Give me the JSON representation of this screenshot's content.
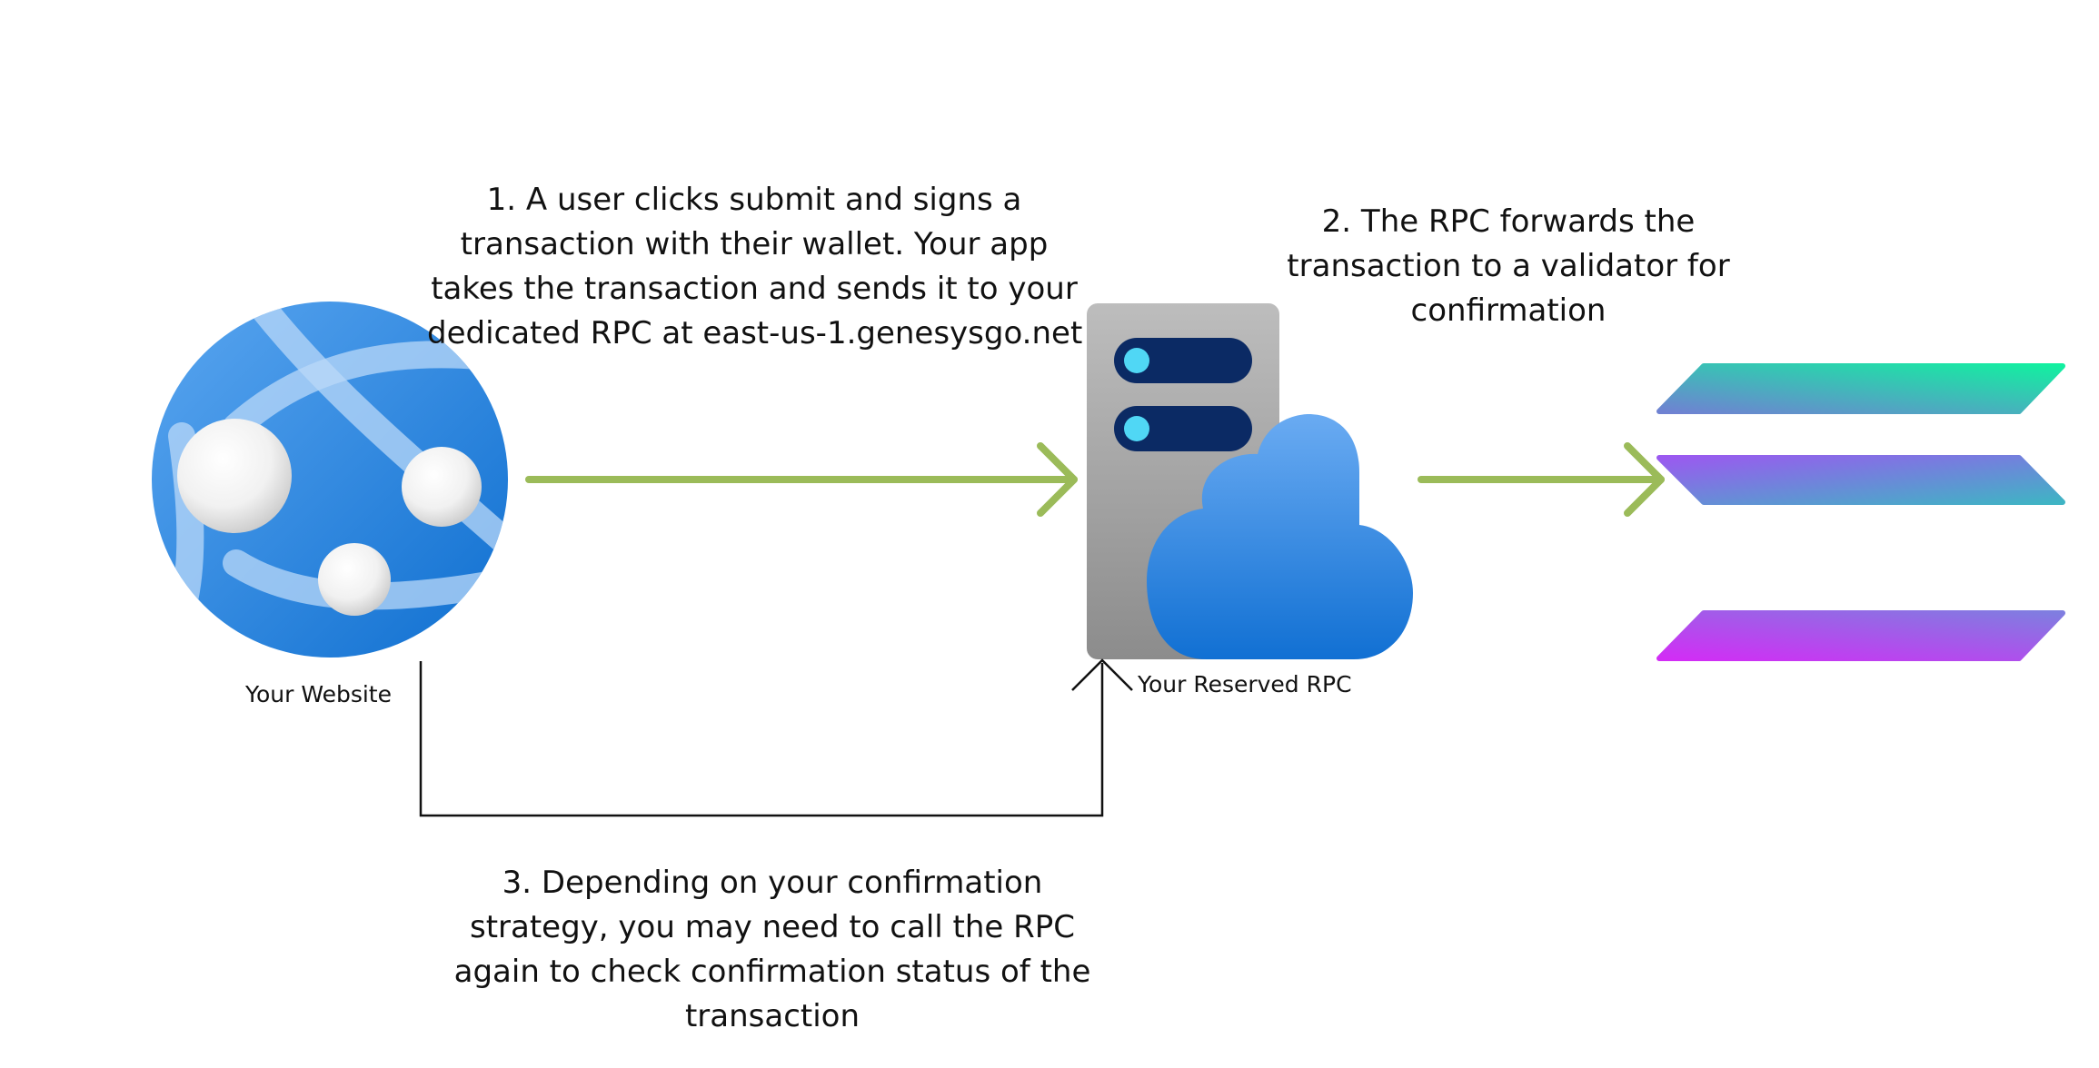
{
  "steps": {
    "step1": {
      "lines": [
        "1. A user clicks submit and signs a",
        "transaction with their wallet. Your app",
        "takes the transaction and sends it to your",
        "dedicated RPC at east-us-1.genesysgo.net"
      ]
    },
    "step2": {
      "lines": [
        "2. The RPC forwards the",
        "transaction to a validator for",
        "confirmation"
      ]
    },
    "step3": {
      "lines": [
        "3. Depending on your confirmation",
        "strategy, you may need to call the RPC",
        "again to check confirmation status of the",
        "transaction"
      ]
    }
  },
  "nodes": {
    "website": {
      "label": "Your Website",
      "icon": "web-app-globe-icon"
    },
    "rpc": {
      "label": "Your Reserved RPC",
      "icon": "server-cloud-icon"
    },
    "validator": {
      "icon": "solana-logo-icon"
    }
  },
  "colors": {
    "arrow_green": "#9bbb59",
    "connector_black": "#111111",
    "globe_blue": "#1e7ad8",
    "server_gray": "#a8a8a8",
    "cloud_blue": "#3a8ee6",
    "solana_green": "#14f195",
    "solana_purple": "#9945ff"
  }
}
